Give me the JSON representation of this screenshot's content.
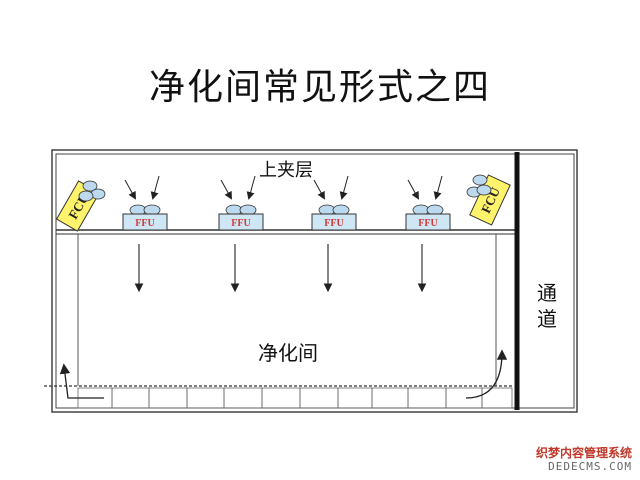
{
  "title": "净化间常见形式之四",
  "labels": {
    "plenum": "上夹层",
    "clean_room": "净化间",
    "corridor": "通道",
    "ffu": "FFU",
    "fcu": "FCU"
  },
  "watermark": {
    "line1": "织梦内容管理系统",
    "line2": "DEDECMS.COM"
  },
  "colors": {
    "ffu_fill": "#cfe6f5",
    "ffu_text": "#d23a3a",
    "fcu_fill": "#fff36b",
    "fan_fill": "#bcd9ee",
    "line": "#222222"
  },
  "ffu_units": [
    {
      "label": "FFU"
    },
    {
      "label": "FFU"
    },
    {
      "label": "FFU"
    },
    {
      "label": "FFU"
    }
  ],
  "fcu_units": [
    {
      "label": "FCU"
    },
    {
      "label": "FCU"
    }
  ]
}
